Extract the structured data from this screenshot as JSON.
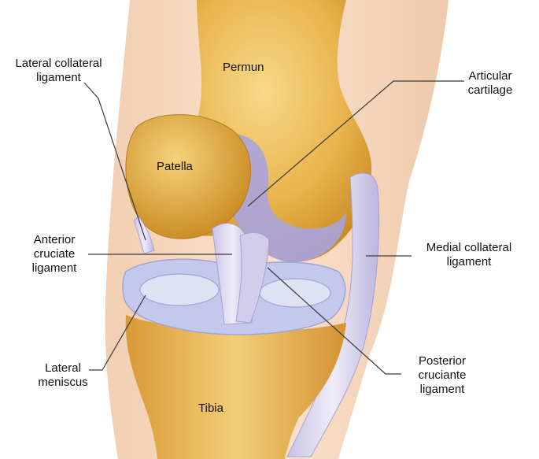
{
  "labels": {
    "lateral_collateral": [
      "Lateral collateral",
      "ligament"
    ],
    "femur": "Permun",
    "articular_cartilage": [
      "Articular",
      "cartilage"
    ],
    "patella": "Patella",
    "anterior_cruciate": [
      "Anterior",
      "cruciate",
      "ligament"
    ],
    "medial_collateral": [
      "Medial collateral",
      "ligament"
    ],
    "lateral_meniscus": [
      "Lateral",
      "meniscus"
    ],
    "posterior_cruciate": [
      "Posterior",
      "cruciante",
      "ligament"
    ],
    "tibia": "Tibia"
  },
  "colors": {
    "skin": "#f7dcc4",
    "bone": "#e9b44c",
    "bone_dark": "#c98a24",
    "cartilage": "#a9a3de",
    "ligament": "#dcd8ee",
    "leader": "#3a3a3a"
  }
}
